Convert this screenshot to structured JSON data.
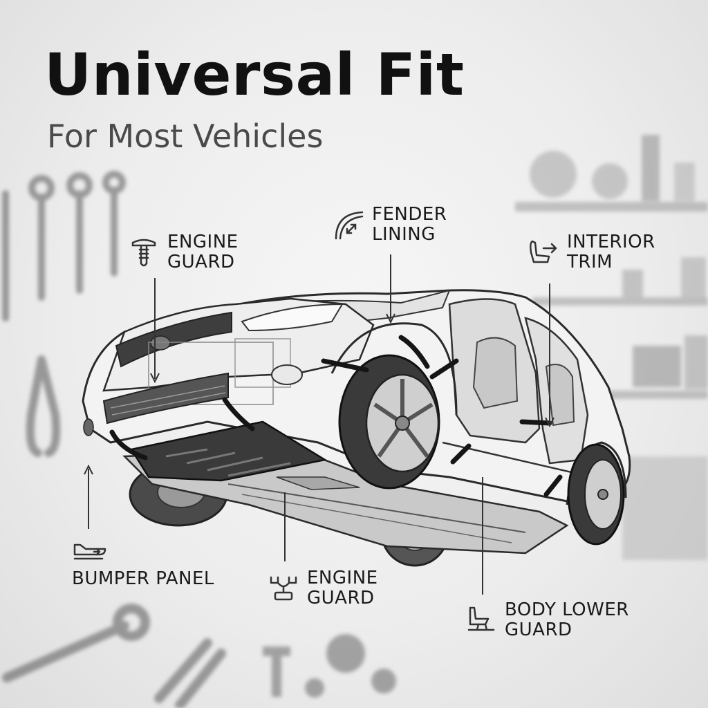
{
  "header": {
    "title": "Universal Fit",
    "subtitle": "For Most Vehicles"
  },
  "callouts": {
    "engine_guard_top": "ENGINE\nGUARD",
    "fender_lining": "FENDER\nLINING",
    "interior_trim": "INTERIOR\nTRIM",
    "bumper_panel": "BUMPER PANEL",
    "engine_guard_bottom": "ENGINE\nGUARD",
    "body_lower_guard": "BODY LOWER\nGUARD"
  },
  "icons": {
    "engine_guard_top": "push-clip-icon",
    "fender_lining": "fender-arc-icon",
    "interior_trim": "car-seat-icon",
    "bumper_panel": "bumper-panel-icon",
    "engine_guard_bottom": "clip-fastener-icon",
    "body_lower_guard": "seat-guard-icon"
  },
  "colors": {
    "title": "#111111",
    "subtitle": "#4a4a4a",
    "background": "#ececec",
    "car_line": "#2a2a2a"
  }
}
